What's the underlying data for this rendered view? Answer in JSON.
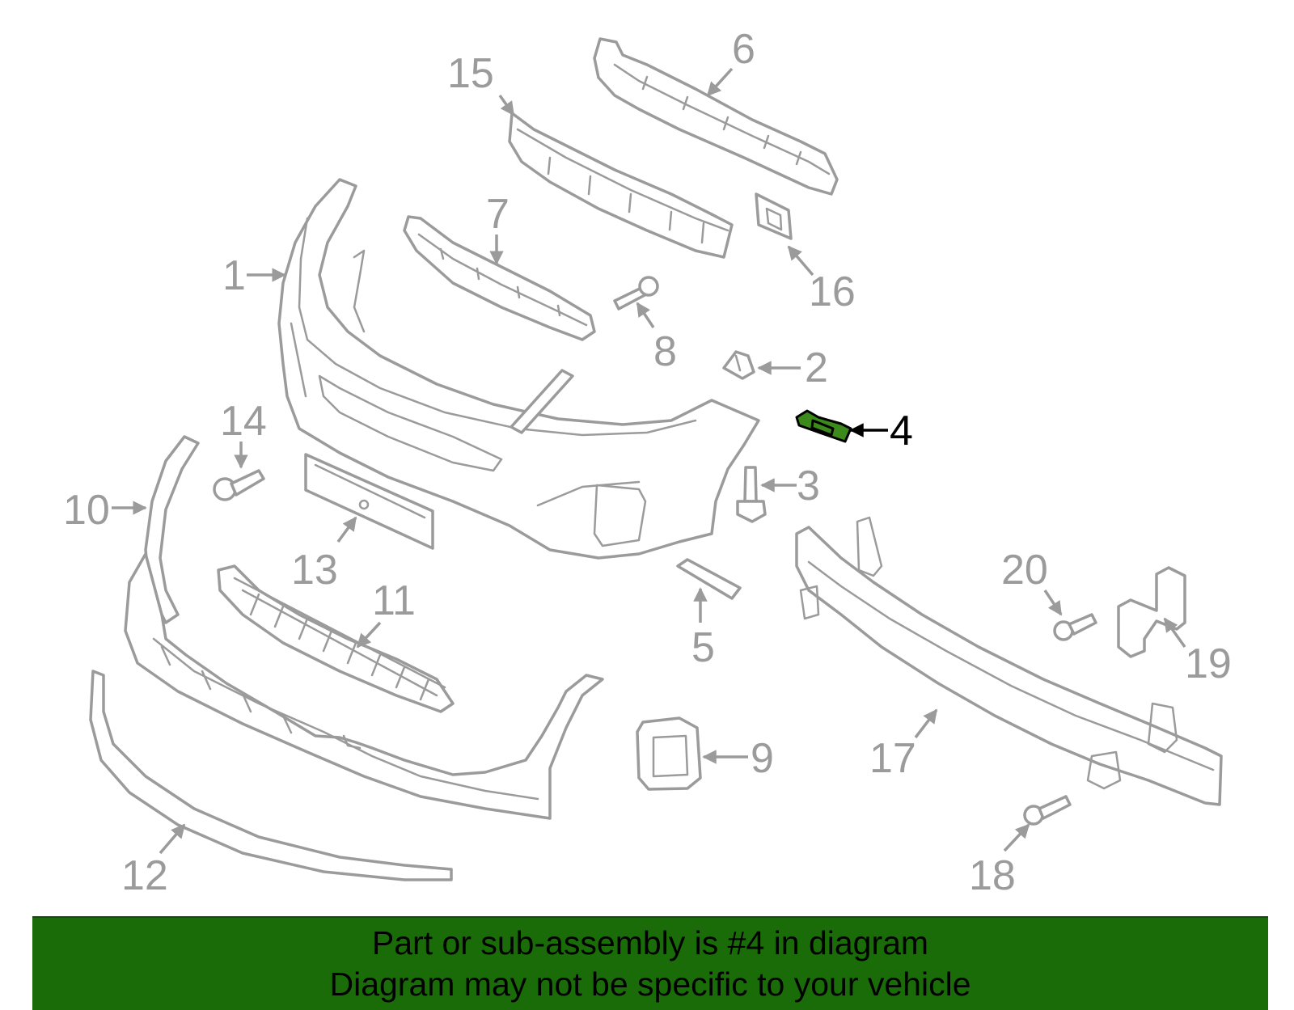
{
  "callouts": {
    "c1": "1",
    "c2": "2",
    "c3": "3",
    "c4": "4",
    "c5": "5",
    "c6": "6",
    "c7": "7",
    "c8": "8",
    "c9": "9",
    "c10": "10",
    "c11": "11",
    "c12": "12",
    "c13": "13",
    "c14": "14",
    "c15": "15",
    "c16": "16",
    "c17": "17",
    "c18": "18",
    "c19": "19",
    "c20": "20"
  },
  "highlighted_part": "4",
  "colors": {
    "part_line": "#9b9b9b",
    "highlight_fill": "#3d8a1c",
    "banner_bg": "#1a6c08"
  },
  "banner": {
    "line1": "Part or sub-assembly is #4 in diagram",
    "line2": "Diagram may not be specific to your vehicle"
  }
}
